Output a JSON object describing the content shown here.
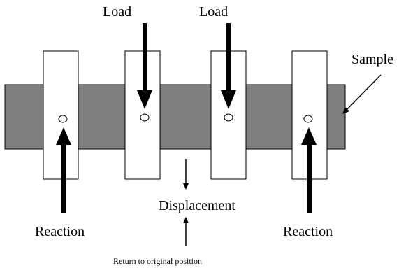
{
  "labels": {
    "load_left": "Load",
    "load_right": "Load",
    "sample": "Sample",
    "displacement": "Displacement",
    "reaction_left": "Reaction",
    "reaction_right": "Reaction",
    "return_note": "Return to original position"
  },
  "colors": {
    "sample_fill": "#7f7f7f",
    "support_fill": "#ffffff",
    "stroke": "#000000"
  }
}
